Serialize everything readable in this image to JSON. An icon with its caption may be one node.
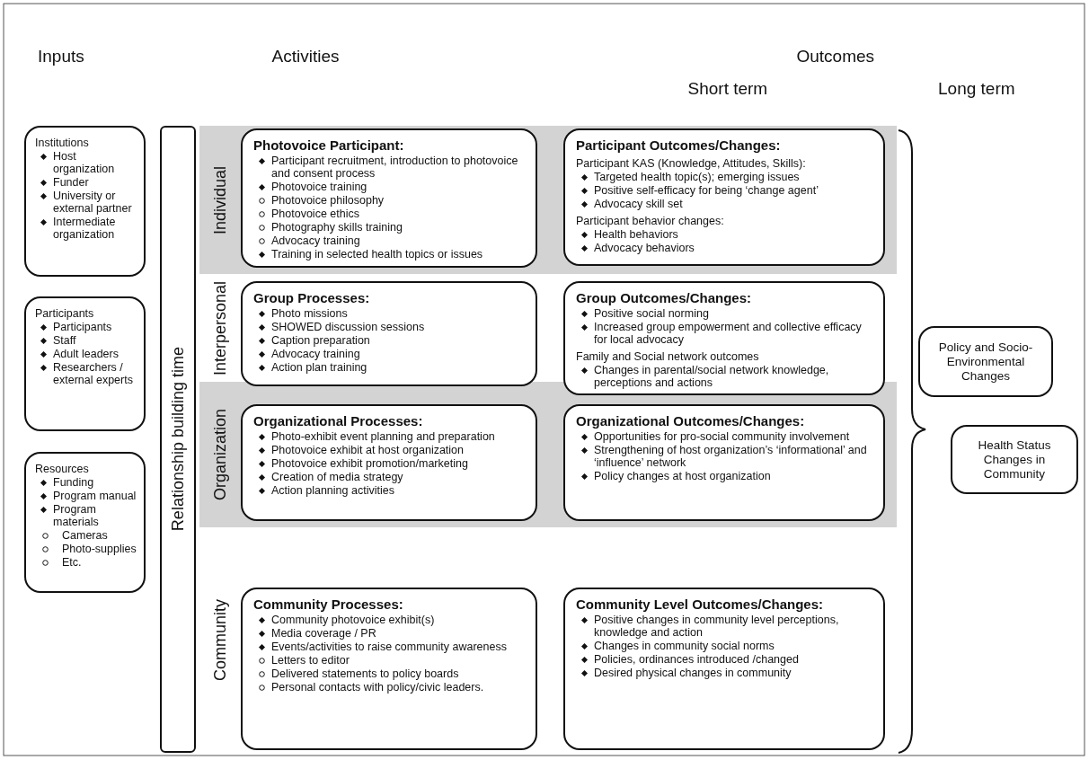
{
  "diagram": {
    "nodes": [
      {
        "text": [
          "Institutions",
          "Host organization",
          "Funder",
          "University or external partner",
          "Intermediate organization"
        ]
      },
      {
        "text": [
          "Participants",
          "Participants",
          "Staff",
          "Adult leaders",
          "Researchers / external experts"
        ]
      },
      {
        "text": [
          "Resources",
          "Funding",
          "Program manual",
          "Program materials",
          "Cameras",
          "Photo-supplies",
          "Etc."
        ]
      },
      {
        "text": [
          "Relationship building time"
        ]
      },
      {
        "text": [
          "Photovoice Participant:",
          "Participant recruitment, introduction to photovoice and consent process",
          "Photovoice training",
          "Photovoice philosophy",
          "Photovoice ethics",
          "Photography skills training",
          "Advocacy training",
          "Training in selected health topics or issues"
        ]
      },
      {
        "text": [
          "Participant Outcomes/Changes:",
          "Participant KAS (Knowledge, Attitudes, Skills):",
          "Targeted health topic(s); emerging issues",
          "Positive self-efficacy for being ‘change agent’",
          "Advocacy skill set",
          "Participant behavior changes:",
          "Health behaviors",
          "Advocacy behaviors"
        ]
      },
      {
        "text": [
          "Group Processes:",
          "Photo missions",
          "SHOWED discussion sessions",
          "Caption preparation",
          "Advocacy training",
          "Action plan training"
        ]
      },
      {
        "text": [
          "Group Outcomes/Changes:",
          "Positive social norming",
          "Increased group empowerment and collective efficacy for local advocacy",
          "Family and Social network outcomes",
          "Changes in parental/social network knowledge, perceptions and actions"
        ]
      },
      {
        "text": [
          "Organizational Processes:",
          "Photo-exhibit event planning and preparation",
          "Photovoice exhibit at host organization",
          "Photovoice exhibit promotion/marketing",
          "Creation of media strategy",
          "Action planning activities"
        ]
      },
      {
        "text": [
          "Organizational Outcomes/Changes:",
          "Opportunities for pro-social community involvement",
          "Strengthening of host organization’s ‘informational’ and ‘influence’ network",
          "Policy changes at host organization"
        ]
      },
      {
        "text": [
          "Community Processes:",
          "Community photovoice exhibit(s)",
          "Media coverage / PR",
          "Events/activities to raise community awareness",
          "Letters to editor",
          "Delivered statements to policy boards",
          "Personal contacts with policy/civic leaders."
        ]
      },
      {
        "text": [
          "Community Level Outcomes/Changes:",
          "Positive changes in community level perceptions, knowledge and action",
          "Changes in community social norms",
          "Policies, ordinances introduced /changed",
          "Desired physical changes in community"
        ]
      },
      {
        "text": [
          "Policy and Socio-Environmental Changes"
        ]
      },
      {
        "text": [
          "Health Status Changes in Community"
        ]
      }
    ],
    "labels": [
      "Inputs",
      "Activities",
      "Outcomes",
      "Short term",
      "Long term",
      "Individual",
      "Interpersonal",
      "Organization",
      "Community"
    ]
  }
}
